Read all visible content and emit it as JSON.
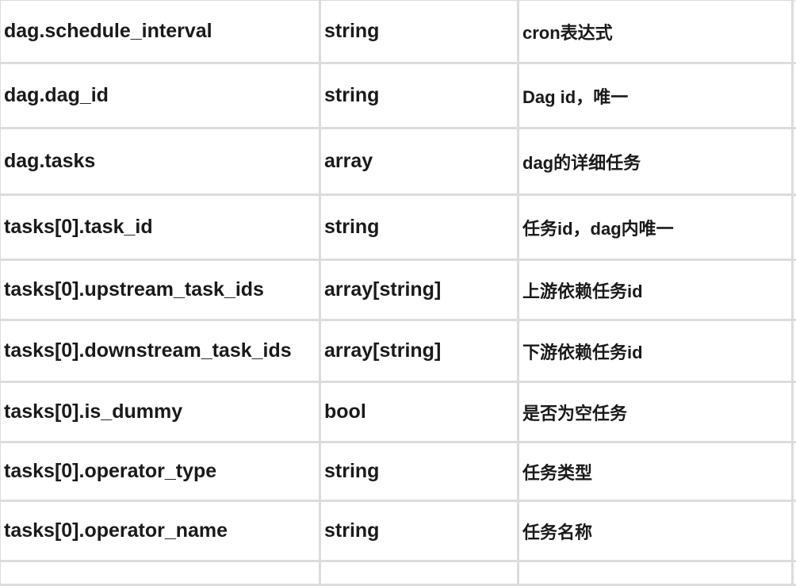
{
  "rows": [
    {
      "field": "dag.schedule_interval",
      "type": "string",
      "desc": "cron表达式"
    },
    {
      "field": "dag.dag_id",
      "type": "string",
      "desc": "Dag id，唯一"
    },
    {
      "field": "dag.tasks",
      "type": "array",
      "desc": "dag的详细任务"
    },
    {
      "field": "tasks[0].task_id",
      "type": "string",
      "desc": "任务id，dag内唯一"
    },
    {
      "field": "tasks[0].upstream_task_ids",
      "type": "array[string]",
      "desc": "上游依赖任务id"
    },
    {
      "field": "tasks[0].downstream_task_ids",
      "type": "array[string]",
      "desc": "下游依赖任务id"
    },
    {
      "field": "tasks[0].is_dummy",
      "type": "bool",
      "desc": "是否为空任务"
    },
    {
      "field": "tasks[0].operator_type",
      "type": "string",
      "desc": "任务类型"
    },
    {
      "field": "tasks[0].operator_name",
      "type": "string",
      "desc": "任务名称"
    }
  ]
}
